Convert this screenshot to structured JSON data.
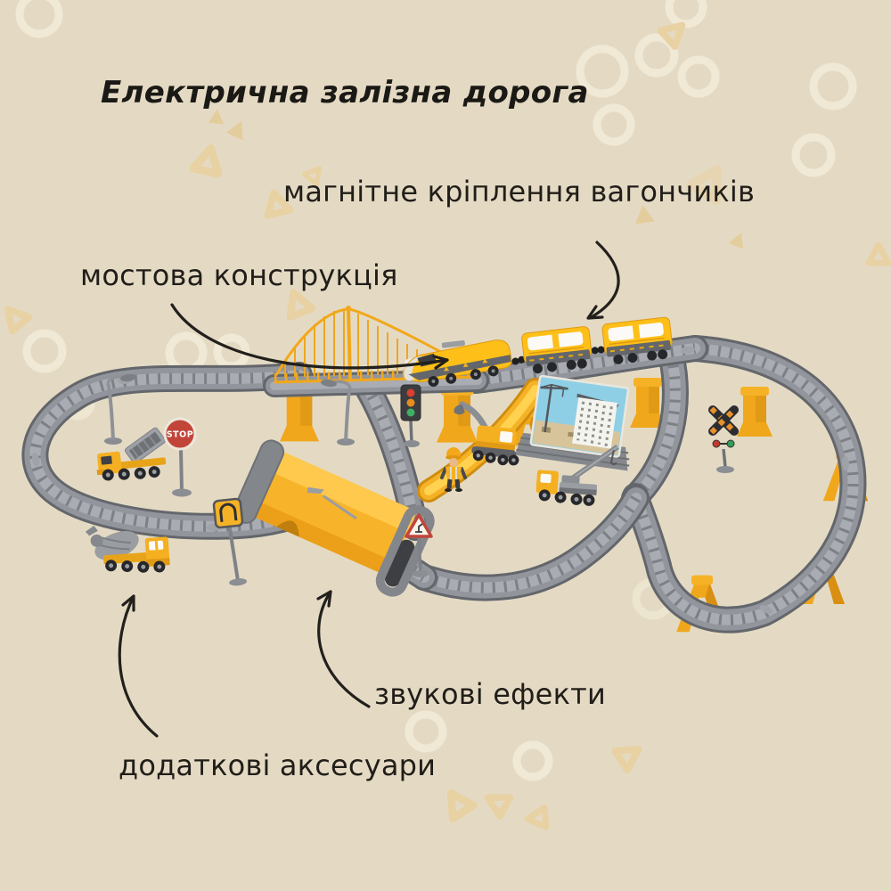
{
  "page": {
    "background": "#e4dac4"
  },
  "title": {
    "text": "Електрична залізна дорога"
  },
  "labels": {
    "coupling": "магнітне кріплення вагончиків",
    "bridge": "мостова конструкція",
    "sound": "звукові ефекти",
    "accessories": "додаткові аксесуари"
  },
  "scene": {
    "stop_sign_text": "STOP",
    "colors": {
      "background": "#e4dac4",
      "accent_yellow": "#f5b021",
      "track_gray": "#92959c",
      "text_dark": "#211e19",
      "stop_red": "#c2453a",
      "billboard_sky": "#8ecfe6"
    },
    "depicted": "yellow electric toy train set with locomotive, two wagons, suspension bridge, tunnel, elevated track loop on yellow supports, construction vehicles, figures and road signs"
  }
}
